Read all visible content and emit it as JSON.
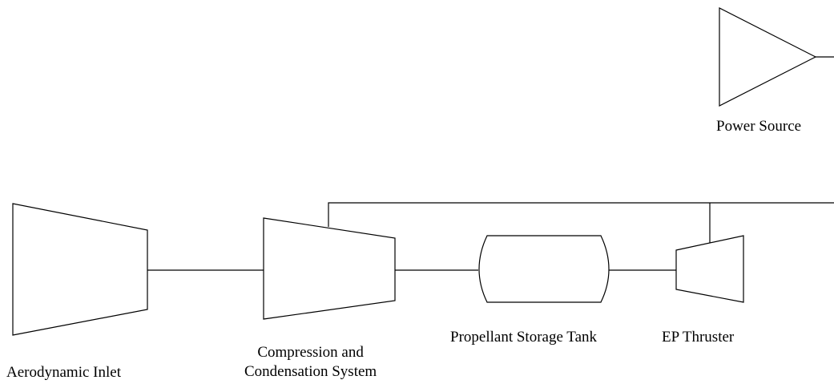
{
  "labels": {
    "power_source": "Power Source",
    "aerodynamic_inlet": "Aerodynamic Inlet",
    "compression_line1": "Compression and",
    "compression_line2": "Condensation System",
    "propellant_tank": "Propellant Storage Tank",
    "ep_thruster": "EP Thruster"
  },
  "colors": {
    "stroke": "#000000",
    "background": "#ffffff"
  }
}
